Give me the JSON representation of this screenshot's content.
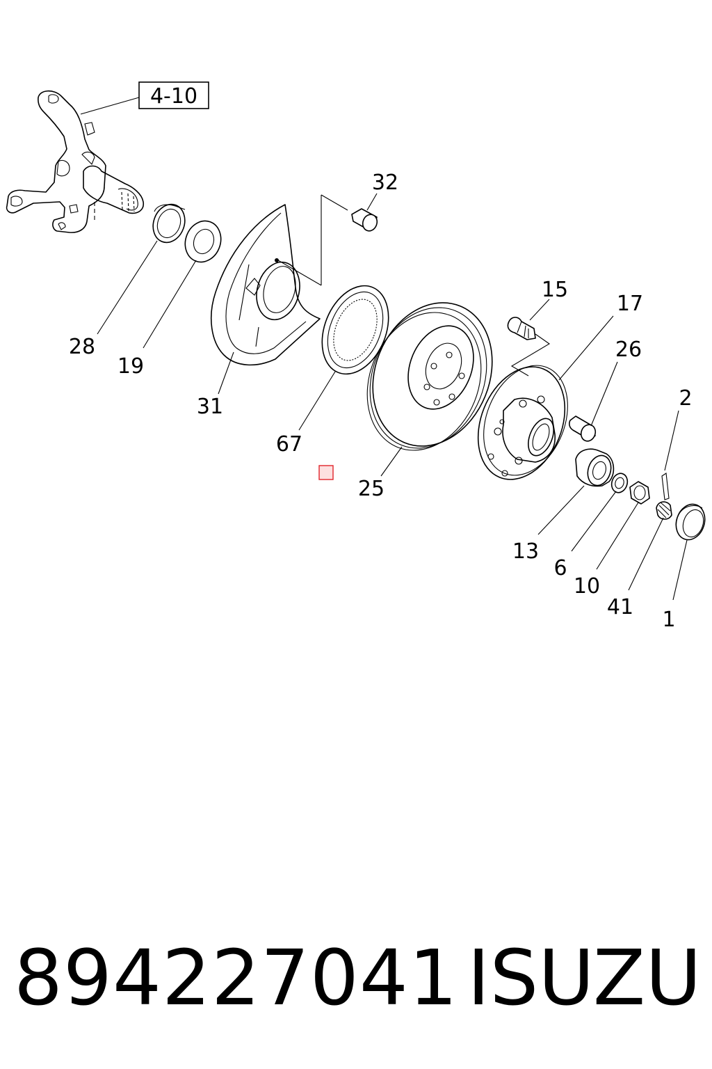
{
  "diagram": {
    "reference_box": "4-10",
    "callouts": [
      {
        "id": "32",
        "label": "32"
      },
      {
        "id": "15",
        "label": "15"
      },
      {
        "id": "17",
        "label": "17"
      },
      {
        "id": "26",
        "label": "26"
      },
      {
        "id": "28",
        "label": "28"
      },
      {
        "id": "19",
        "label": "19"
      },
      {
        "id": "31",
        "label": "31"
      },
      {
        "id": "67",
        "label": "67"
      },
      {
        "id": "25",
        "label": "25"
      },
      {
        "id": "2",
        "label": "2"
      },
      {
        "id": "13",
        "label": "13"
      },
      {
        "id": "6",
        "label": "6"
      },
      {
        "id": "10",
        "label": "10"
      },
      {
        "id": "41",
        "label": "41"
      },
      {
        "id": "1",
        "label": "1"
      }
    ],
    "highlight_color": "#e0242b"
  },
  "footer": {
    "part_number": "894227041",
    "brand": "ISUZU"
  }
}
